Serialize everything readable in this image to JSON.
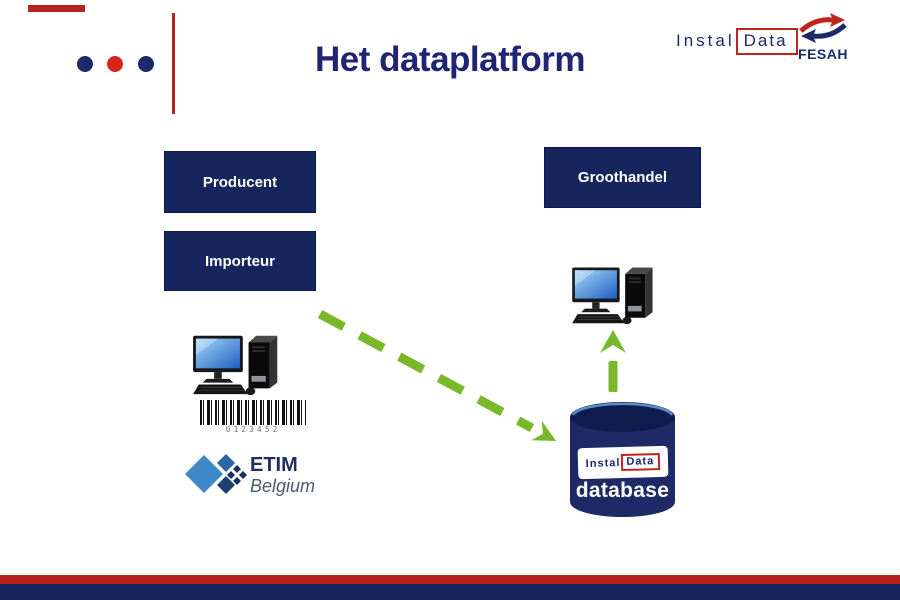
{
  "title": "Het dataplatform",
  "brand": {
    "installdata": {
      "prefix": "Instal",
      "boxed": "Data"
    },
    "fesah": {
      "label": "FESAH"
    }
  },
  "diagram": {
    "producent": "Producent",
    "importeur": "Importeur",
    "groothandel": "Groothandel",
    "barcode_digits": "0123452",
    "etim": {
      "name": "ETIM",
      "region": "Belgium"
    },
    "database": {
      "logo_prefix": "Instal",
      "logo_boxed": "Data",
      "label": "database"
    }
  },
  "colors": {
    "navy": "#16265c",
    "title_navy": "#1f2573",
    "red": "#b6231f",
    "green": "#78b829",
    "screen_blue": "#2f7fd4",
    "etim_light_blue": "#3e88c8",
    "etim_dark_blue": "#1c4173"
  }
}
